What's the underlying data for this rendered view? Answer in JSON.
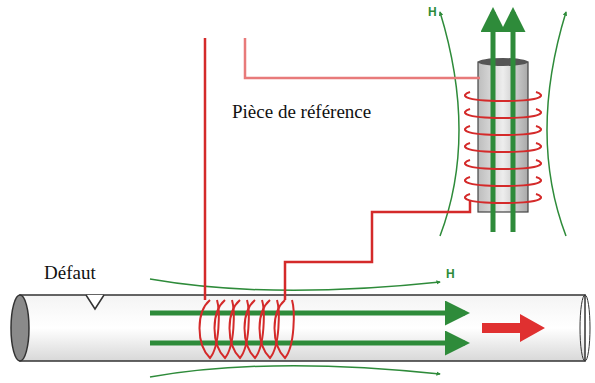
{
  "diagram": {
    "labels": [
      "Pièce de référence",
      "Défaut",
      "H",
      "H"
    ]
  }
}
